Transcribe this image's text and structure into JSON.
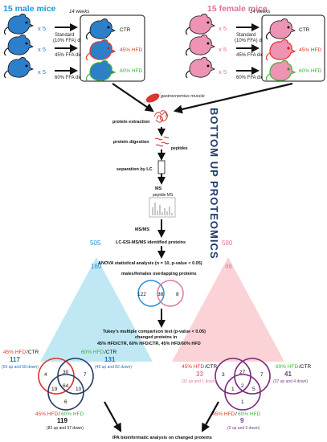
{
  "male": {
    "title": "15 male mice",
    "weeks": "14 weeks",
    "count_label": "x 5",
    "diets": [
      "Standard",
      "(10% FFA) diet",
      "45% FFA diet",
      "60% FFA diet"
    ],
    "groups": [
      "CTR",
      "45% HFD",
      "60% HFD"
    ]
  },
  "female": {
    "title": "15 female mice",
    "weeks": "14 weeks",
    "count_label": "x 5",
    "diets": [
      "Standard",
      "(10% FFA) diet",
      "45% FFA diet",
      "60% FFA diet"
    ],
    "groups": [
      "CTR",
      "45% HFD",
      "60% HFD"
    ]
  },
  "muscle_label": "gastrocnemius muscle",
  "vertical_title": "BOTTOM UP PROTEOMICS",
  "workflow": {
    "extraction": "protein extraction",
    "digestion": "protein digestion",
    "peptides": "peptides",
    "separation": "separation by LC",
    "ms": "MS",
    "peptide_ms": "peptide MS",
    "msms": "MS/MS",
    "identified": "LC-ESI-MS/MS identified proteins",
    "anova": "ANOVA statistical analysis (n = 10, p-value < 0.05)",
    "overlap": "males/females overlapping proteins",
    "tukey_1": "Tukey's multiple comparison test (p-value < 0.05)",
    "tukey_2": "changed proteins in",
    "tukey_3": "45% HFD/CTR, 60% HFD/CTR, 45% HFD/60% HFD",
    "ipa": "IPA bioinformatic analysis on changed proteins"
  },
  "counts": {
    "male_identified": "505",
    "female_identified": "580",
    "male_anova": "160",
    "female_anova": "46"
  },
  "overlap_venn": {
    "left": "122",
    "middle": "38",
    "right": "8"
  },
  "male_venn": {
    "label_45ctr_a": "45% HFD",
    "label_45ctr_b": "/CTR",
    "total_45ctr": "117",
    "detail_45ctr": "(59 up and 58 down)",
    "label_60ctr_a": "60% HFD",
    "label_60ctr_b": "/CTR",
    "total_60ctr": "131",
    "detail_60ctr": "(49 up and 82 down)",
    "label_4560_a": "45% HFD",
    "label_4560_b": "/",
    "label_4560_c": "60% HFD",
    "total_4560": "119",
    "detail_4560": "(82 up and 37 down)",
    "regions": [
      "4",
      "30",
      "7",
      "19",
      "64",
      "10",
      "6"
    ]
  },
  "female_venn": {
    "label_45ctr_a": "45% HFD",
    "label_45ctr_b": "/CTR",
    "total_45ctr": "33",
    "detail_45ctr": "(32 up and 1 down)",
    "label_60ctr_a": "60% HFD",
    "label_60ctr_b": "/CTR",
    "total_60ctr": "41",
    "detail_60ctr": "(37 up and 4 down)",
    "label_4560_a": "45% HFD",
    "label_4560_b": "/",
    "label_4560_c": "60% HFD",
    "total_4560": "9",
    "detail_4560": "(3 up and 6 down)",
    "regions": [
      "3",
      "27",
      "7",
      "1",
      "2",
      "5",
      "1"
    ]
  },
  "colors": {
    "male_title": "#1a9ad6",
    "female_title": "#e0709a",
    "male_mouse": "#2d7fc9",
    "female_mouse": "#ef93b4",
    "hfd45": "#e0362c",
    "hfd60": "#3faf3b",
    "male_triangle": "#bfe8f4",
    "female_triangle": "#fbd2d6",
    "male_number": "#2b8fd3",
    "female_number": "#e07aa0",
    "male_venn_total": "#1f6fb6",
    "female_venn_total": "#7a3a8c",
    "male_venn_ring": "#2a3f66",
    "female_venn_ring": "#7a2d7a",
    "title_vertical": "#1e3a6e"
  },
  "icons": [
    "mouse-icon",
    "arrow-icon",
    "muscle-icon",
    "protein-icon",
    "peptide-icon",
    "lc-column-icon",
    "ms-spectrum-icon"
  ]
}
